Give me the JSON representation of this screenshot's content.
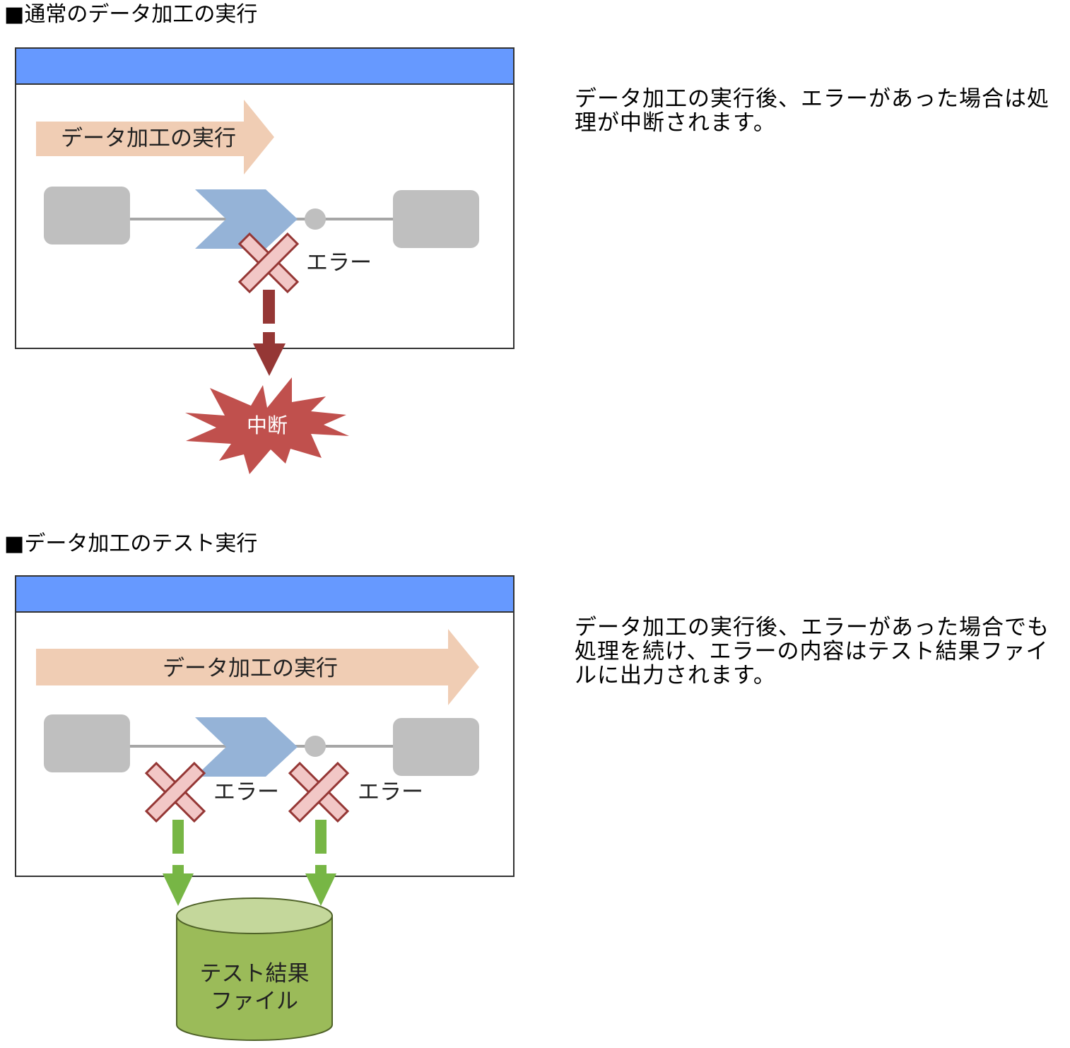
{
  "sections": [
    {
      "title": "■通常のデータ加工の実行",
      "process_arrow_label": "データ加工の実行",
      "error_labels": [
        "エラー"
      ],
      "result_label": "中断",
      "description": "データ加工の実行後、エラーがあった場合は処理が中断されます。"
    },
    {
      "title": "■データ加工のテスト実行",
      "process_arrow_label": "データ加工の実行",
      "error_labels": [
        "エラー",
        "エラー"
      ],
      "result_label_lines": [
        "テスト結果",
        "ファイル"
      ],
      "description": "データ加工の実行後、エラーがあった場合でも処理を続け、エラーの内容はテスト結果ファイルに出力されます。"
    }
  ],
  "colors": {
    "window_header": "#6699ff",
    "process_arrow": "#f0cdb4",
    "node_gray": "#bfbfbf",
    "chevron": "#95b3d7",
    "connector": "#a6a6a6",
    "error_x": "#c0504d",
    "error_arrow": "#953735",
    "burst": "#c0504d",
    "output_arrow": "#77b645",
    "cylinder_body": "#9bbb59",
    "cylinder_top": "#c4d79b",
    "cylinder_stroke": "#4f6228"
  },
  "icons": {
    "error": "x-mark-icon",
    "stop": "burst-icon",
    "output": "database-cylinder-icon"
  }
}
